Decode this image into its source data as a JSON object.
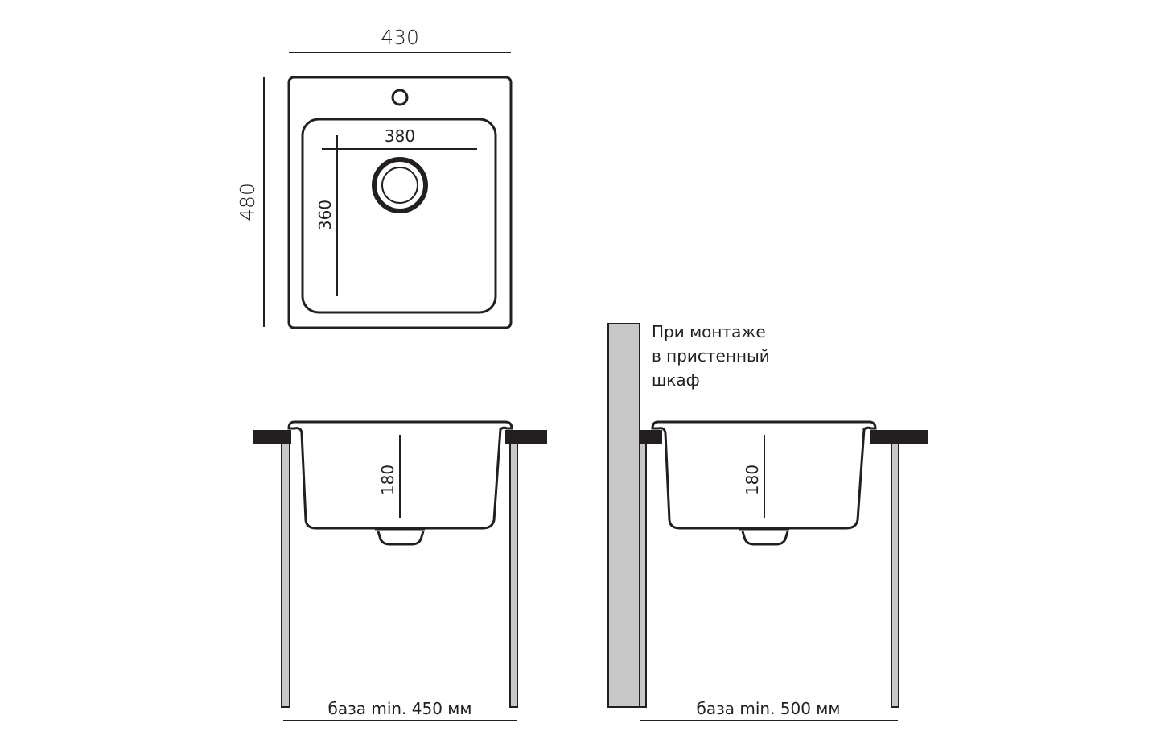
{
  "top_view": {
    "width_label": "430",
    "height_label": "480",
    "bowl_width_label": "380",
    "bowl_depth_label": "360"
  },
  "side_view_left": {
    "depth_label": "180",
    "base_label": "база min. 450 мм"
  },
  "side_view_right": {
    "depth_label": "180",
    "base_label": "база min. 500 мм",
    "note_lines": [
      "При монтаже",
      "в пристенный",
      "шкаф"
    ]
  },
  "colors": {
    "line": "#231f20",
    "countertop": "#231f20",
    "leg": "#c8c8c8",
    "wall": "#c6c7c7"
  }
}
